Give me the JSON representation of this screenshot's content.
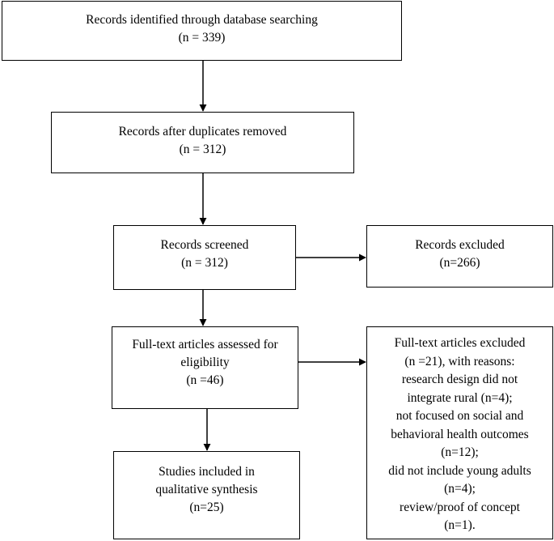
{
  "flowchart": {
    "identified": {
      "lines": [
        "Records identified through database searching",
        "(n = 339)"
      ]
    },
    "duplicates_removed": {
      "lines": [
        "Records after duplicates removed",
        "(n = 312)"
      ]
    },
    "screened": {
      "lines": [
        "Records screened",
        "(n = 312)"
      ]
    },
    "excluded": {
      "lines": [
        "Records excluded",
        "(n=266)"
      ]
    },
    "fulltext_assessed": {
      "lines": [
        "Full-text articles assessed for",
        "eligibility",
        "(n =46)"
      ]
    },
    "fulltext_excluded": {
      "lines": [
        "Full-text articles excluded",
        "(n =21), with reasons:",
        "research design did not",
        "integrate rural (n=4);",
        "not focused on social and",
        "behavioral health outcomes",
        "(n=12);",
        "did not include young adults",
        "(n=4);",
        "review/proof of concept",
        "(n=1)."
      ]
    },
    "included": {
      "lines": [
        "Studies included in",
        "qualitative synthesis",
        "(n=25)"
      ]
    }
  },
  "colors": {
    "line": "#000000",
    "background": "#ffffff"
  }
}
